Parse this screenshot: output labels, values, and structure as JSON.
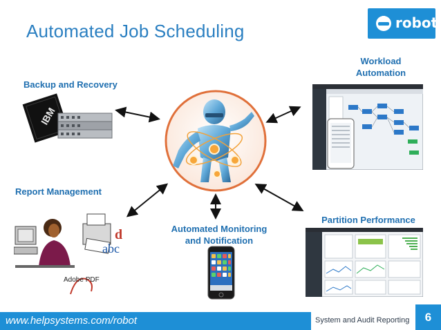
{
  "slide": {
    "title": "Automated Job Scheduling",
    "slide_number": "6"
  },
  "logo": {
    "text": "robot",
    "color": "#1e8fd6"
  },
  "labels": {
    "backup": "Backup and Recovery",
    "report": "Report Management",
    "workload_line1": "Workload",
    "workload_line2": "Automation",
    "partition": "Partition Performance",
    "monitor_line1": "Automated Monitoring",
    "monitor_line2": "and Notification"
  },
  "illustrations": {
    "ibm_text": "IBM",
    "pdf_text": "Adobe PDF",
    "abc_text": "abc"
  },
  "footer": {
    "url": "www.helpsystems.com/robot",
    "section": "System and Audit Reporting"
  },
  "colors": {
    "accent": "#1e8fd6",
    "title": "#2a7fc1",
    "label": "#1f6fb0",
    "robot_ring": "#e0703a"
  }
}
